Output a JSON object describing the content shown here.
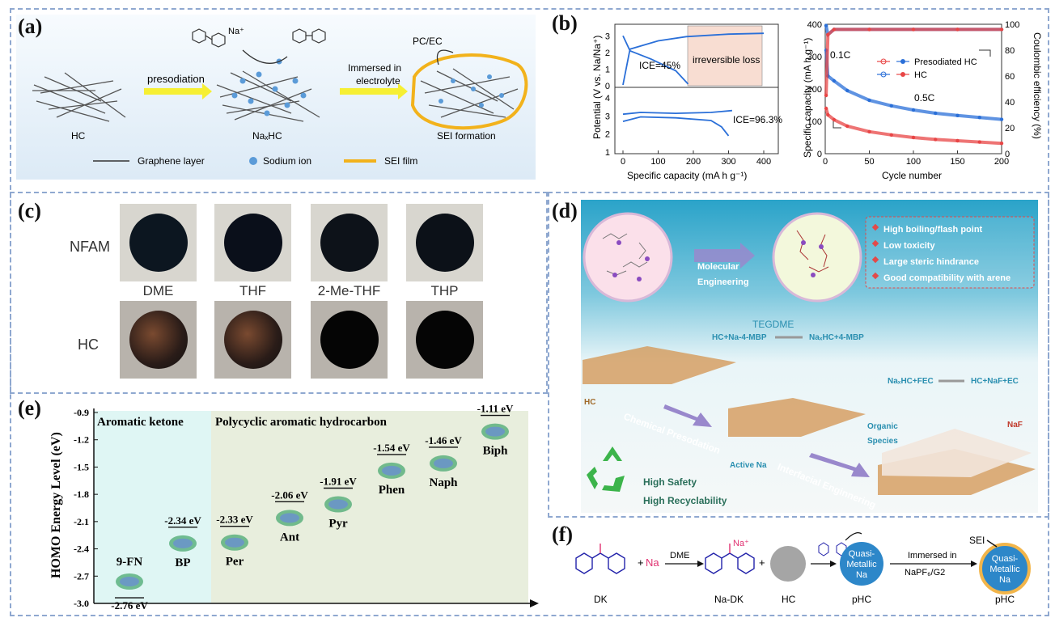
{
  "panels": {
    "a": "(a)",
    "b": "(b)",
    "c": "(c)",
    "d": "(d)",
    "e": "(e)",
    "f": "(f)"
  },
  "a": {
    "na_plus": "Na⁺",
    "presodiation": "presodiation",
    "immersed": "Immersed in",
    "electrolyte": "electrolyte",
    "pc_ec": "PC/EC",
    "hc": "HC",
    "naxhc": "NaₓHC",
    "sei_formation": "SEI formation",
    "legend_graphene": "Graphene layer",
    "legend_sodium": "Sodium ion",
    "legend_sei": "SEI film",
    "colors": {
      "arrow": "#f6ef33",
      "sodium": "#5b9bd8",
      "sei": "#f2b21b"
    }
  },
  "b": {
    "left_ylabel": "Potential (V vs. Na/Na⁺)",
    "left_xlabel": "Specific capacity (mA h g⁻¹)",
    "ice_top": "ICE=45%",
    "irreversible": "irreversible loss",
    "ice_bottom": "ICE=96.3%",
    "right_ylabel": "Specific capacity (mA h g⁻¹)",
    "right_y2label": "Coulombic efficiency (%)",
    "right_xlabel": "Cycle number",
    "rate1": "0.1C",
    "rate2": "0.5C",
    "legend1": "Presodiated HC",
    "legend2": "HC"
  },
  "chart_data": [
    {
      "type": "line",
      "xlabel": "Specific capacity (mA h g⁻¹)",
      "ylabel": "Potential (V vs. Na/Na⁺)",
      "xlim": [
        0,
        450
      ],
      "x_ticks": [
        "0",
        "100",
        "200",
        "300",
        "400"
      ],
      "y_ticks_top": [
        "0",
        "1",
        "2",
        "3"
      ],
      "y_ticks_bottom": [
        "1",
        "2",
        "3",
        "4"
      ],
      "series": [
        {
          "panel": "top",
          "x": [
            0,
            20,
            100,
            180,
            300,
            400
          ],
          "y": [
            0.05,
            2.2,
            2.7,
            2.95,
            3.1,
            3.15
          ]
        },
        {
          "panel": "top",
          "x": [
            0,
            20,
            80,
            150,
            185
          ],
          "y": [
            3.0,
            2.1,
            1.6,
            0.9,
            0.1
          ]
        },
        {
          "panel": "bottom",
          "x": [
            0,
            50,
            150,
            250,
            310
          ],
          "y": [
            3.1,
            3.2,
            3.15,
            3.2,
            3.3
          ]
        },
        {
          "panel": "bottom",
          "x": [
            0,
            50,
            150,
            250,
            280,
            300
          ],
          "y": [
            2.7,
            2.95,
            2.9,
            2.75,
            2.4,
            1.9
          ]
        }
      ]
    },
    {
      "type": "scatter",
      "xlabel": "Cycle number",
      "ylabel": "Specific capacity (mA h g⁻¹)",
      "y2label": "Coulombic efficiency (%)",
      "xlim": [
        0,
        200
      ],
      "ylim": [
        0,
        400
      ],
      "y2lim": [
        0,
        100
      ],
      "x_ticks": [
        "0",
        "50",
        "100",
        "150",
        "200"
      ],
      "y_ticks": [
        "0",
        "100",
        "200",
        "300",
        "400"
      ],
      "y2_ticks": [
        "0",
        "20",
        "40",
        "60",
        "80",
        "100"
      ],
      "series": [
        {
          "name": "Presodiated HC",
          "x": [
            1,
            3,
            10,
            25,
            50,
            75,
            100,
            125,
            150,
            175,
            200
          ],
          "y": [
            320,
            240,
            225,
            195,
            165,
            148,
            135,
            125,
            118,
            112,
            106
          ]
        },
        {
          "name": "HC",
          "x": [
            1,
            3,
            10,
            25,
            50,
            75,
            100,
            125,
            150,
            175,
            200
          ],
          "y": [
            140,
            120,
            105,
            85,
            68,
            58,
            50,
            44,
            40,
            36,
            32
          ]
        },
        {
          "name": "Presodiated HC CE",
          "x": [
            1,
            3,
            10,
            50,
            100,
            150,
            200
          ],
          "y2": [
            99,
            92,
            96,
            96,
            96,
            96,
            96
          ]
        },
        {
          "name": "HC CE",
          "x": [
            1,
            3,
            10,
            50,
            100,
            150,
            200
          ],
          "y2": [
            45,
            92,
            96,
            96,
            96,
            96,
            96
          ]
        }
      ]
    },
    {
      "type": "scatter",
      "ylabel": "HOMO Energy Level (eV)",
      "ylim": [
        -3.0,
        -0.9
      ],
      "y_ticks": [
        "-0.9",
        "-1.2",
        "-1.5",
        "-1.8",
        "-2.1",
        "-2.4",
        "-2.7",
        "-3.0"
      ],
      "categories": [
        "9-FN",
        "BP",
        "Per",
        "Ant",
        "Pyr",
        "Phen",
        "Naph",
        "Biph"
      ],
      "values": [
        -2.76,
        -2.34,
        -2.33,
        -2.06,
        -1.91,
        -1.54,
        -1.46,
        -1.11
      ],
      "value_labels": [
        "-2.76 eV",
        "-2.34 eV",
        "-2.33 eV",
        "-2.06 eV",
        "-1.91 eV",
        "-1.54 eV",
        "-1.46 eV",
        "-1.11 eV"
      ],
      "group_labels": [
        "Aromatic ketone",
        "Polycyclic aromatic hydrocarbon"
      ]
    }
  ],
  "c": {
    "row1": "NFAM",
    "row2": "HC",
    "cols": [
      "DME",
      "THF",
      "2-Me-THF",
      "THP"
    ]
  },
  "d": {
    "molecular": "Molecular",
    "engineering": "Engineering",
    "bullets": [
      "High boiling/flash point",
      "Low toxicity",
      "Large steric hindrance",
      "Good compatibility with arene"
    ],
    "tegdme": "TEGDME",
    "reaction1_left": "HC+Na-4-MBP",
    "reaction1_right": "NaₓHC+4-MBP",
    "reaction2_left": "NaₓHC+FEC",
    "reaction2_right": "HC+NaF+EC",
    "hc": "HC",
    "chemical_presodation": "Chemical Presodation",
    "organic": "Organic",
    "species": "Species",
    "naf": "NaF",
    "active_na": "Active Na",
    "interfacial": "Interfacial Enginnering",
    "high_safety": "High Safety",
    "high_recyclability": "High Recyclability"
  },
  "e": {
    "aromatic_ketone": "Aromatic ketone",
    "polycyclic": "Polycyclic aromatic hydrocarbon",
    "ylabel": "HOMO Energy Level (eV)"
  },
  "f": {
    "na": "Na",
    "dme": "DME",
    "na_plus": "Na⁺",
    "quasi": [
      "Quasi-",
      "Metallic",
      "Na"
    ],
    "immersed": "Immersed in",
    "electrolyte": "NaPF₆/G2",
    "sei": "SEI",
    "labels": [
      "DK",
      "Na-DK",
      "HC",
      "pHC",
      "pHC"
    ]
  }
}
